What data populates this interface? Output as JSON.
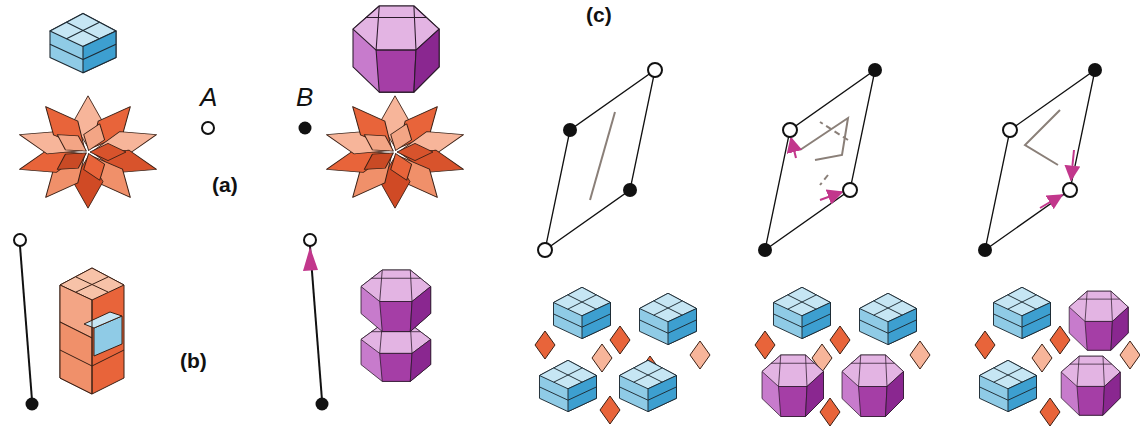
{
  "diagram": {
    "labels": [
      "A",
      "B",
      "(a)",
      "(b)",
      "(c)"
    ]
  }
}
